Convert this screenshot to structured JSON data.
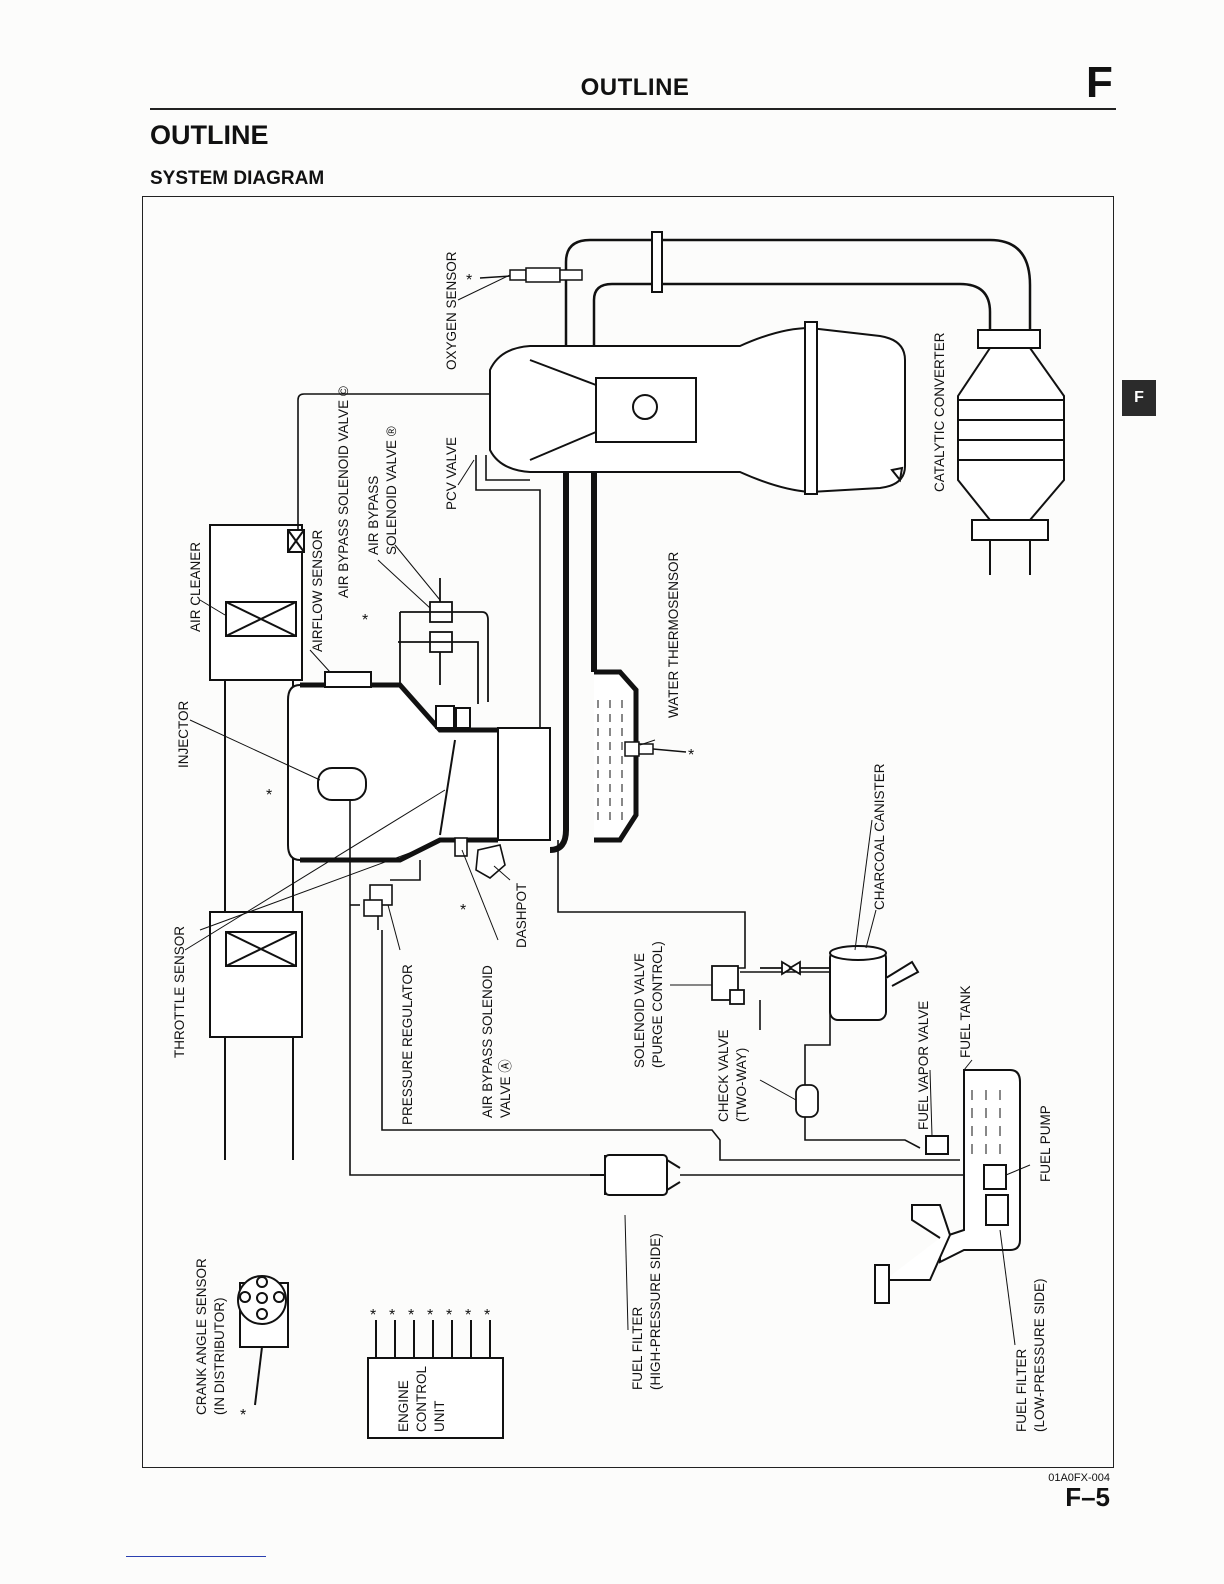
{
  "header": {
    "title": "OUTLINE",
    "section_letter": "F",
    "side_tab": "F"
  },
  "section": {
    "heading": "OUTLINE",
    "subheading": "SYSTEM DIAGRAM"
  },
  "labels": {
    "oxygen_sensor": "OXYGEN SENSOR",
    "air_bypass_c": "AIR BYPASS SOLENOID VALVE ©",
    "air_bypass_b_1": "AIR BYPASS",
    "air_bypass_b_2": "SOLENOID VALVE ®",
    "pcv_valve": "PCV VALVE",
    "catalytic_converter": "CATALYTIC CONVERTER",
    "air_cleaner": "AIR CLEANER",
    "airflow_sensor": "AIRFLOW SENSOR",
    "water_thermosensor": "WATER THERMOSENSOR",
    "injector": "INJECTOR",
    "charcoal_canister": "CHARCOAL CANISTER",
    "throttle_sensor": "THROTTLE SENSOR",
    "dashpot": "DASHPOT",
    "pressure_regulator": "PRESSURE REGULATOR",
    "air_bypass_a_1": "AIR BYPASS SOLENOID",
    "air_bypass_a_2": "VALVE Ⓐ",
    "solenoid_valve_1": "SOLENOID VALVE",
    "solenoid_valve_2": "(PURGE CONTROL)",
    "check_valve_1": "CHECK VALVE",
    "check_valve_2": "(TWO-WAY)",
    "fuel_vapor_valve": "FUEL VAPOR VALVE",
    "fuel_tank": "FUEL TANK",
    "fuel_pump": "FUEL PUMP",
    "crank_angle_1": "CRANK ANGLE SENSOR",
    "crank_angle_2": "(IN DISTRIBUTOR)",
    "ecu_1": "ENGINE",
    "ecu_2": "CONTROL",
    "ecu_3": "UNIT",
    "fuel_filter_hp_1": "FUEL FILTER",
    "fuel_filter_hp_2": "(HIGH-PRESSURE SIDE)",
    "fuel_filter_lp_1": "FUEL FILTER",
    "fuel_filter_lp_2": "(LOW-PRESSURE SIDE)"
  },
  "star_symbol": "*",
  "footer": {
    "figure_code": "01A0FX-004",
    "page_number": "F–5"
  }
}
